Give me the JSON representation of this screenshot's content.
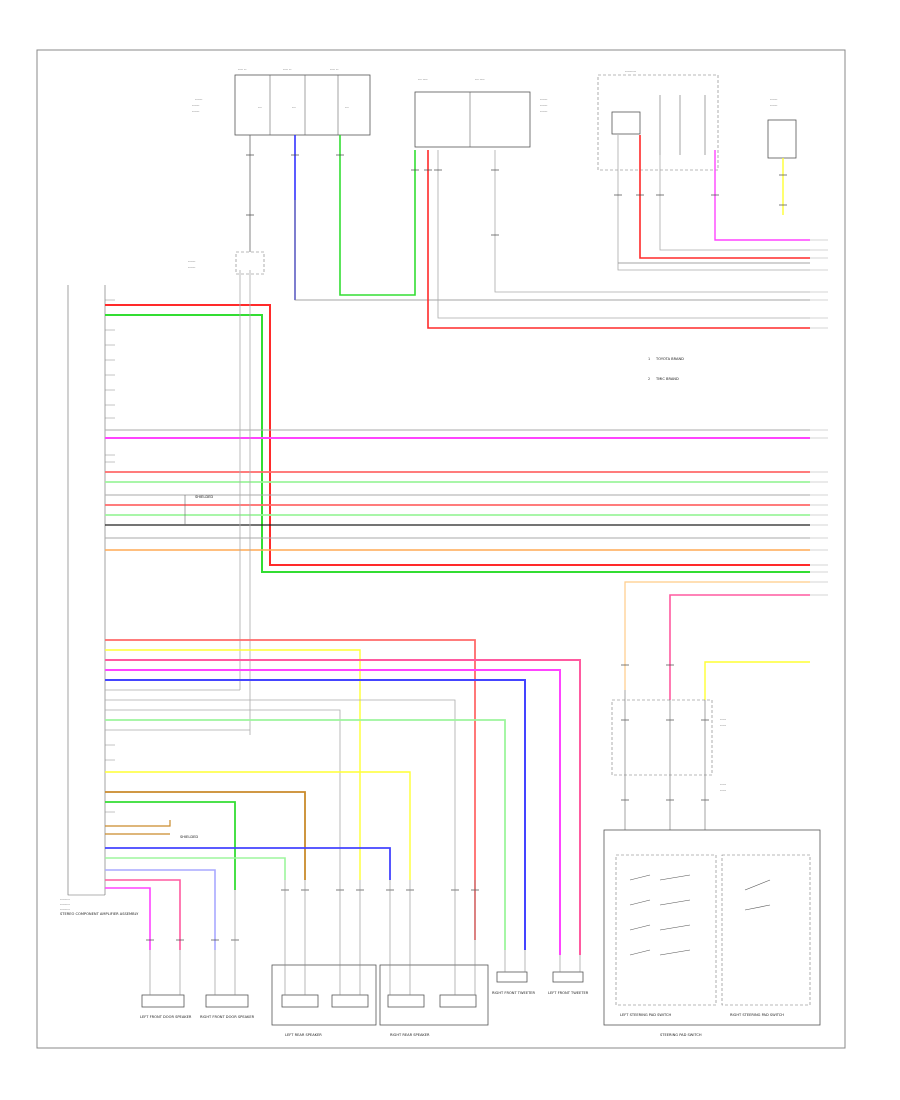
{
  "diagram": {
    "footer_code": "",
    "legend": [
      {
        "text": "TOYOTA BRAND"
      },
      {
        "text": "TMIC BRAND"
      }
    ],
    "components": {
      "audio_unit": "STEREO COMPONENT AMPLIFIER ASSEMBLY",
      "fuses": [
        "FUSE",
        "FUSE",
        "FUSE"
      ],
      "left_front_door_speaker": "LEFT FRONT DOOR SPEAKER",
      "right_front_door_speaker": "RIGHT FRONT DOOR SPEAKER",
      "left_rear_speaker": "LEFT REAR SPEAKER",
      "right_rear_speaker": "RIGHT REAR SPEAKER",
      "right_front_tweeter": "RIGHT FRONT TWEETER",
      "left_front_tweeter": "LEFT FRONT TWEETER",
      "steering_switch_left": "LEFT STEERING PAD SWITCH",
      "steering_switch_right": "RIGHT STEERING PAD SWITCH",
      "steering_switch_assembly": "STEERING PAD SWITCH",
      "antenna_amp": "RADIO ANTENNA",
      "shield": "SHIELDED"
    },
    "wire_colors": {
      "red": "#ff2a2a",
      "pink": "#ff5aa0",
      "magenta": "#ff44ff",
      "green": "#33dd33",
      "light_green": "#9df59d",
      "blue": "#4444ff",
      "light_blue": "#a9a9ff",
      "yellow": "#ffff33",
      "orange": "#ffaa55",
      "brown": "#c98a2b",
      "black": "#222222",
      "gray": "#aaaaaa",
      "salmon": "#ff8a8a",
      "purple": "#c070ff"
    }
  }
}
